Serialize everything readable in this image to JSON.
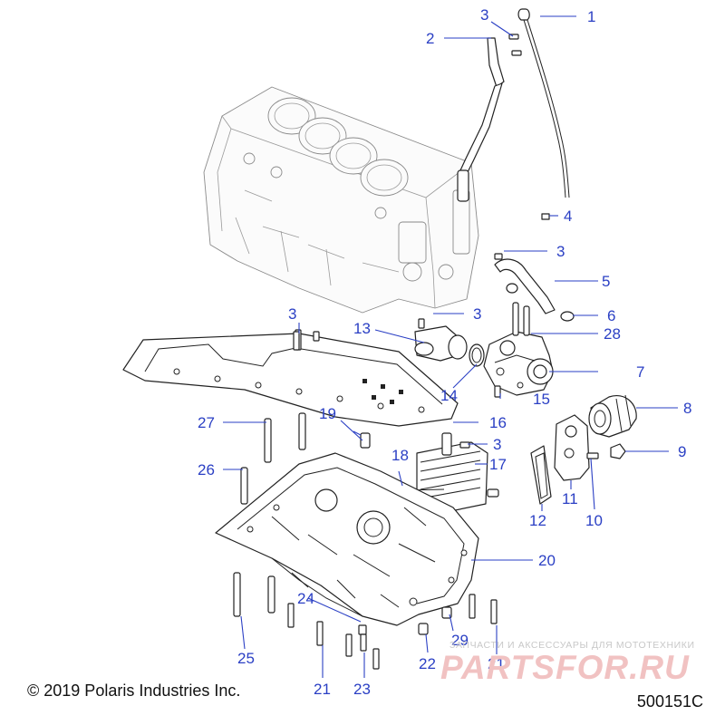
{
  "callouts": [
    {
      "id": "c1",
      "label": "1"
    },
    {
      "id": "c2",
      "label": "2"
    },
    {
      "id": "c3a",
      "label": "3"
    },
    {
      "id": "c4",
      "label": "4"
    },
    {
      "id": "c3b",
      "label": "3"
    },
    {
      "id": "c5",
      "label": "5"
    },
    {
      "id": "c6",
      "label": "6"
    },
    {
      "id": "c3c",
      "label": "3"
    },
    {
      "id": "c3d",
      "label": "3"
    },
    {
      "id": "c28",
      "label": "28"
    },
    {
      "id": "c13",
      "label": "13"
    },
    {
      "id": "c7",
      "label": "7"
    },
    {
      "id": "c14",
      "label": "14"
    },
    {
      "id": "c15",
      "label": "15"
    },
    {
      "id": "c8",
      "label": "8"
    },
    {
      "id": "c27",
      "label": "27"
    },
    {
      "id": "c19",
      "label": "19"
    },
    {
      "id": "c16",
      "label": "16"
    },
    {
      "id": "c3e",
      "label": "3"
    },
    {
      "id": "c9",
      "label": "9"
    },
    {
      "id": "c18",
      "label": "18"
    },
    {
      "id": "c17",
      "label": "17"
    },
    {
      "id": "c26",
      "label": "26"
    },
    {
      "id": "c11",
      "label": "11"
    },
    {
      "id": "c12",
      "label": "12"
    },
    {
      "id": "c10",
      "label": "10"
    },
    {
      "id": "c20",
      "label": "20"
    },
    {
      "id": "c24",
      "label": "24"
    },
    {
      "id": "c29",
      "label": "29"
    },
    {
      "id": "c25",
      "label": "25"
    },
    {
      "id": "c22",
      "label": "22"
    },
    {
      "id": "c21a",
      "label": "21"
    },
    {
      "id": "c21b",
      "label": "21"
    },
    {
      "id": "c23",
      "label": "23"
    }
  ],
  "footer": {
    "copyright": "© 2019 Polaris Industries Inc.",
    "figure_number": "500151C"
  },
  "watermark": {
    "tagline": "ЗАПЧАСТИ И АКСЕССУАРЫ ДЛЯ МОТОТЕХНИКИ",
    "logo": "PARTSFOR.RU"
  },
  "colors": {
    "callout": "#2a3fc4",
    "line_art": "#222222",
    "watermark": "#f1c2c2"
  }
}
